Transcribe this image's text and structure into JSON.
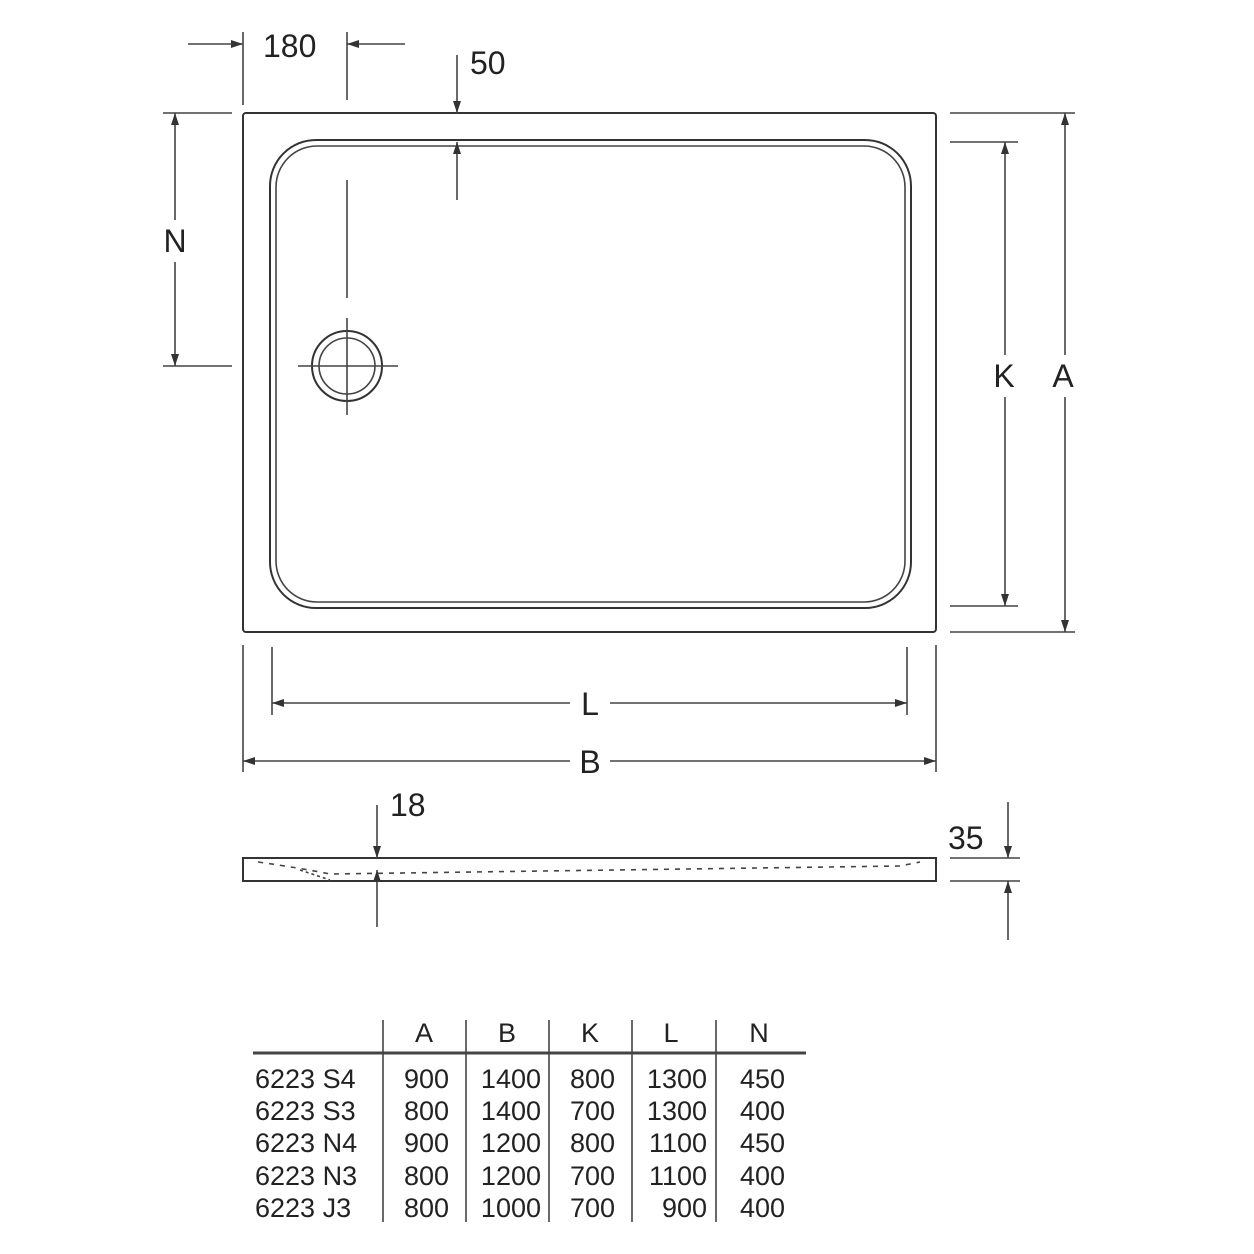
{
  "drawing": {
    "dim_180": "180",
    "dim_50": "50",
    "dim_N": "N",
    "dim_K": "K",
    "dim_A": "A",
    "dim_L": "L",
    "dim_B": "B",
    "dim_18": "18",
    "dim_35": "35"
  },
  "table": {
    "headers": [
      "A",
      "B",
      "K",
      "L",
      "N"
    ],
    "rows": [
      {
        "model": "6223 S4",
        "values": [
          "900",
          "1400",
          "800",
          "1300",
          "450"
        ]
      },
      {
        "model": "6223 S3",
        "values": [
          "800",
          "1400",
          "700",
          "1300",
          "400"
        ]
      },
      {
        "model": "6223 N4",
        "values": [
          "900",
          "1200",
          "800",
          "1100",
          "450"
        ]
      },
      {
        "model": "6223 N3",
        "values": [
          "800",
          "1200",
          "700",
          "1100",
          "400"
        ]
      },
      {
        "model": "6223 J3",
        "values": [
          "800",
          "1000",
          "700",
          "900",
          "400"
        ]
      }
    ]
  }
}
